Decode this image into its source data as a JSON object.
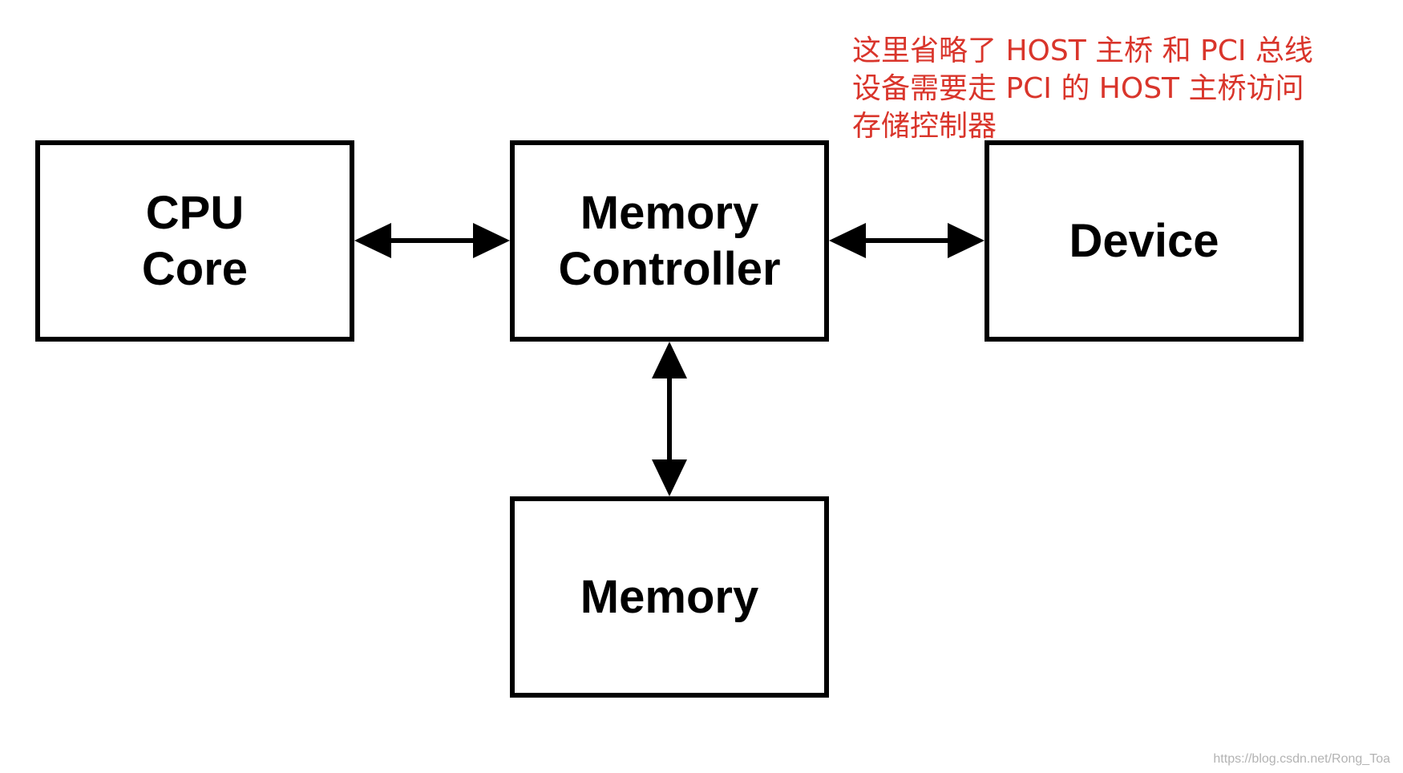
{
  "diagram": {
    "boxes": {
      "cpu": {
        "lines": [
          "CPU",
          "Core"
        ]
      },
      "controller": {
        "lines": [
          "Memory",
          "Controller"
        ]
      },
      "device": {
        "lines": [
          "Device"
        ]
      },
      "memory": {
        "lines": [
          "Memory"
        ]
      }
    },
    "note": {
      "lines": [
        "这里省略了 HOST 主桥 和 PCI 总线",
        "设备需要走 PCI 的 HOST 主桥访问",
        "存储控制器"
      ],
      "color": "#d9352b"
    },
    "connections": [
      {
        "from": "cpu",
        "to": "controller",
        "arrows": "both"
      },
      {
        "from": "controller",
        "to": "device",
        "arrows": "both"
      },
      {
        "from": "controller",
        "to": "memory",
        "arrows": "both"
      }
    ]
  },
  "watermark": "https://blog.csdn.net/Rong_Toa"
}
